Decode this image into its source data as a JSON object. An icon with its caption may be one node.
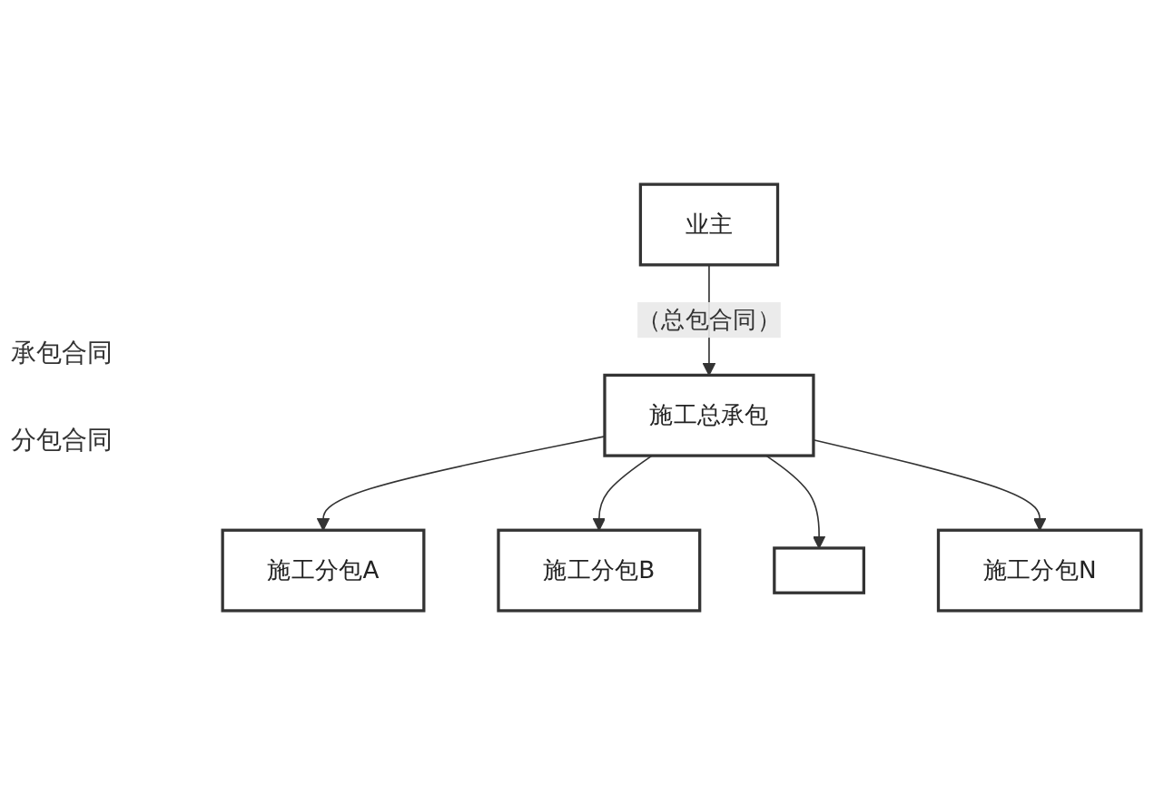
{
  "diagram": {
    "nodes": [
      {
        "text": [
          "业主"
        ]
      },
      {
        "text": [
          "施工总承包"
        ]
      },
      {
        "text": [
          "施工分包A"
        ]
      },
      {
        "text": [
          "施工分包B"
        ]
      },
      {
        "text": [],
        "shape": "box"
      },
      {
        "text": [
          "施工分包N"
        ]
      }
    ],
    "edges": [
      {
        "from": 0,
        "to": 1,
        "arrow": "to",
        "label": "（总包合同）"
      },
      {
        "from": 1,
        "to": 2,
        "arrow": "to"
      },
      {
        "from": 1,
        "to": 3,
        "arrow": "to"
      },
      {
        "from": 1,
        "to": 4,
        "arrow": "to"
      },
      {
        "from": 1,
        "to": 5,
        "arrow": "to"
      }
    ],
    "labels": [
      "承包合同",
      "分包合同"
    ]
  }
}
